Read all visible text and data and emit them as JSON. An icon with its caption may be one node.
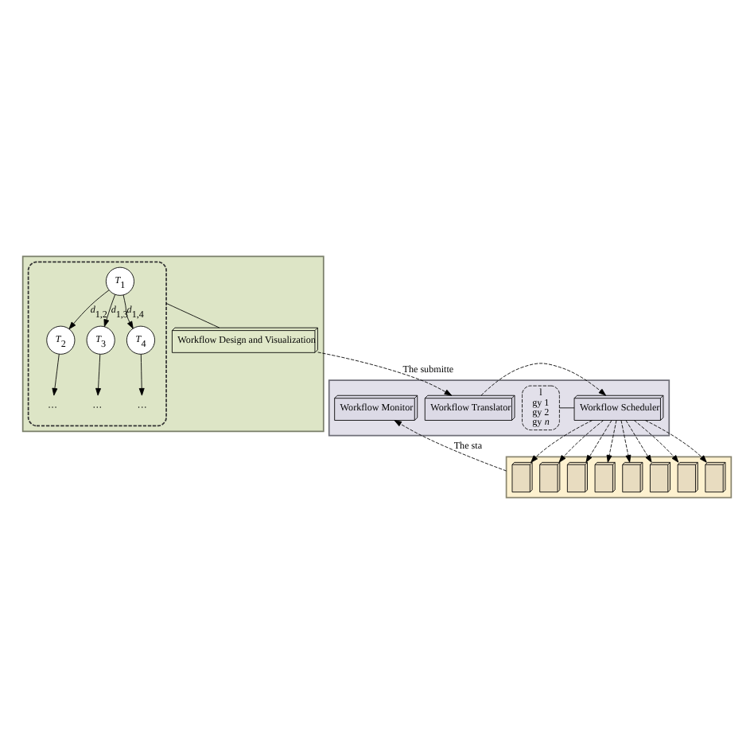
{
  "diagram": {
    "nodes": [
      {
        "text": [],
        "shape": "box"
      },
      {
        "text": [],
        "shape": "box",
        "in": 0
      },
      {
        "text": [
          "*T*$_{1}$"
        ],
        "in": 1
      },
      {
        "text": [
          "*T*$_{2}$"
        ],
        "in": 1
      },
      {
        "text": [
          "*T*$_{3}$"
        ],
        "in": 1
      },
      {
        "text": [
          "*T*$_{4}$"
        ],
        "in": 1
      },
      {
        "text": [
          "···"
        ],
        "in": 1
      },
      {
        "text": [
          "···"
        ],
        "in": 1
      },
      {
        "text": [
          "···"
        ],
        "in": 1
      },
      {
        "text": [
          "Workflow Design and Visualization"
        ],
        "in": 0
      },
      {
        "text": [],
        "shape": "box"
      },
      {
        "text": [
          "l",
          "gy 1",
          "gy 2",
          "gy *n*"
        ],
        "in": 10
      },
      {
        "text": [
          "Workflow Scheduler"
        ],
        "in": 10
      },
      {
        "text": [
          "Workflow Translator"
        ],
        "in": 10
      },
      {
        "text": [
          "Workflow Monitor"
        ],
        "in": 10
      },
      {
        "text": [],
        "shape": "box"
      },
      {
        "text": [],
        "shape": "server",
        "in": 15
      },
      {
        "text": [],
        "shape": "server",
        "in": 15
      },
      {
        "text": [],
        "shape": "server",
        "in": 15
      },
      {
        "text": [],
        "shape": "server",
        "in": 15
      },
      {
        "text": [],
        "shape": "server",
        "in": 15
      },
      {
        "text": [],
        "shape": "server",
        "in": 15
      },
      {
        "text": [],
        "shape": "server",
        "in": 15
      },
      {
        "text": [],
        "shape": "server",
        "in": 15
      }
    ],
    "edges": [
      {
        "from": 2,
        "to": 3,
        "arrow": "to",
        "label": "*d*$_{1,2}$"
      },
      {
        "from": 2,
        "to": 4,
        "arrow": "to",
        "label": "*d*$_{1,3}$"
      },
      {
        "from": 2,
        "to": 5,
        "arrow": "to",
        "label": "*d*$_{1,4}$"
      },
      {
        "from": 3,
        "to": 6,
        "arrow": "to"
      },
      {
        "from": 4,
        "to": 7,
        "arrow": "to"
      },
      {
        "from": 5,
        "to": 8,
        "arrow": "to"
      },
      {
        "from": 1,
        "to": 9,
        "arrow": "none"
      },
      {
        "from": 9,
        "to": 13,
        "arrow": "to",
        "style": "dashed",
        "label": "The submitte"
      },
      {
        "from": 13,
        "to": 12,
        "arrow": "to",
        "style": "dashed"
      },
      {
        "from": 11,
        "to": 12,
        "arrow": "none"
      },
      {
        "from": 12,
        "to": 16,
        "arrow": "to",
        "style": "dashed"
      },
      {
        "from": 12,
        "to": 17,
        "arrow": "to",
        "style": "dashed"
      },
      {
        "from": 12,
        "to": 18,
        "arrow": "to",
        "style": "dashed"
      },
      {
        "from": 12,
        "to": 19,
        "arrow": "to",
        "style": "dashed"
      },
      {
        "from": 12,
        "to": 20,
        "arrow": "to",
        "style": "dashed"
      },
      {
        "from": 12,
        "to": 21,
        "arrow": "to",
        "style": "dashed"
      },
      {
        "from": 12,
        "to": 22,
        "arrow": "to",
        "style": "dashed"
      },
      {
        "from": 12,
        "to": 23,
        "arrow": "to",
        "style": "dashed"
      },
      {
        "from": 15,
        "to": 14,
        "arrow": "to",
        "style": "dashed",
        "label": "The sta"
      }
    ]
  }
}
